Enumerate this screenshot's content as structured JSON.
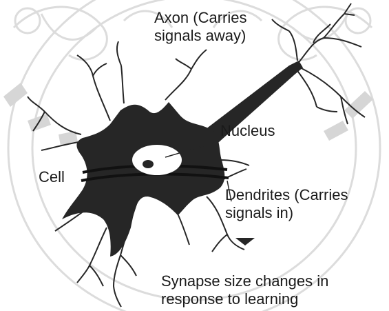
{
  "labels": {
    "axon": "Axon (Carries\nsignals away)",
    "nucleus": "Nucleus",
    "cell": "Cell",
    "dendrites": "Dendrites (Carries\nsignals in)",
    "synapse": "Synapse size changes in\nresponse to learning"
  },
  "colors": {
    "cell_body": "#2a2a2a",
    "watermark": "#d8d8d8",
    "text": "#1a1a1a"
  }
}
